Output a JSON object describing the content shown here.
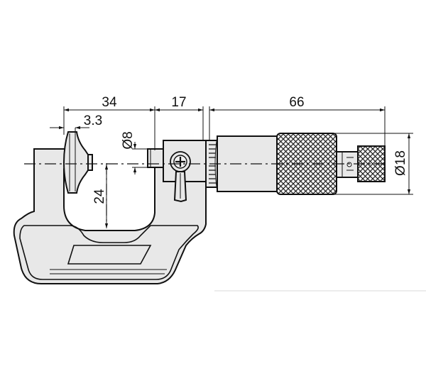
{
  "dimensions": {
    "throat_depth": "34",
    "disc_thickness": "3.3",
    "spindle_diameter": "Ø8",
    "sleeve_offset": "17",
    "thimble_length": "66",
    "frame_height": "24",
    "thimble_diameter": "Ø18"
  }
}
